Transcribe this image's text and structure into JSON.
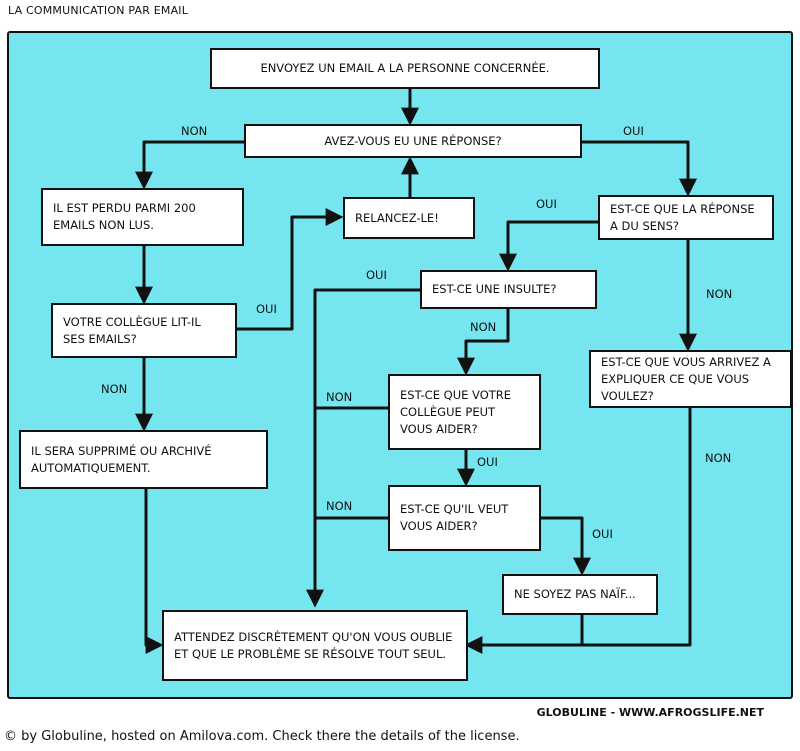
{
  "title": "LA COMMUNICATION PAR EMAIL",
  "nodes": {
    "start": "ENVOYEZ UN EMAIL A LA PERSONNE CONCERNÉE.",
    "reponse": "AVEZ-VOUS EU UNE RÉPONSE?",
    "perdu": "IL EST PERDU PARMI 200 EMAILS NON LUS.",
    "relancez": "RELANCEZ-LE!",
    "sens": "EST-CE QUE LA RÉPONSE A DU SENS?",
    "insulte": "EST-CE UNE INSULTE?",
    "lit": "VOTRE COLLÈGUE LIT-IL SES EMAILS?",
    "expliquer": "EST-CE QUE VOUS ARRIVEZ A EXPLIQUER CE QUE VOUS VOULEZ?",
    "aider_peut": "EST-CE QUE VOTRE COLLÈGUE PEUT VOUS AIDER?",
    "supprime": "IL SERA SUPPRIMÉ OU ARCHIVÉ AUTOMATIQUEMENT.",
    "aider_veut": "EST-CE QU'IL VEUT VOUS AIDER?",
    "naif": "NE SOYEZ PAS NAÏF...",
    "final": "ATTENDEZ DISCRÈTEMENT QU'ON VOUS OUBLIE ET QUE LE PROBLÈME SE RÉSOLVE TOUT SEUL."
  },
  "edge_labels": {
    "non_reponse": "NON",
    "oui_reponse": "OUI",
    "oui_sens": "OUI",
    "oui_insulte": "OUI",
    "oui_lit": "OUI",
    "non_insulte": "NON",
    "non_sens": "NON",
    "non_lit": "NON",
    "non_peut": "NON",
    "oui_peut": "OUI",
    "non_expliquer": "NON",
    "non_veut": "NON",
    "oui_veut": "OUI"
  },
  "credit": "GLOBULINE - WWW.AFROGSLIFE.NET",
  "license": "© by Globuline, hosted on Amilova.com. Check there the details of the license.",
  "colors": {
    "panel": "#75e6ef",
    "ink": "#111111",
    "box": "#ffffff"
  }
}
